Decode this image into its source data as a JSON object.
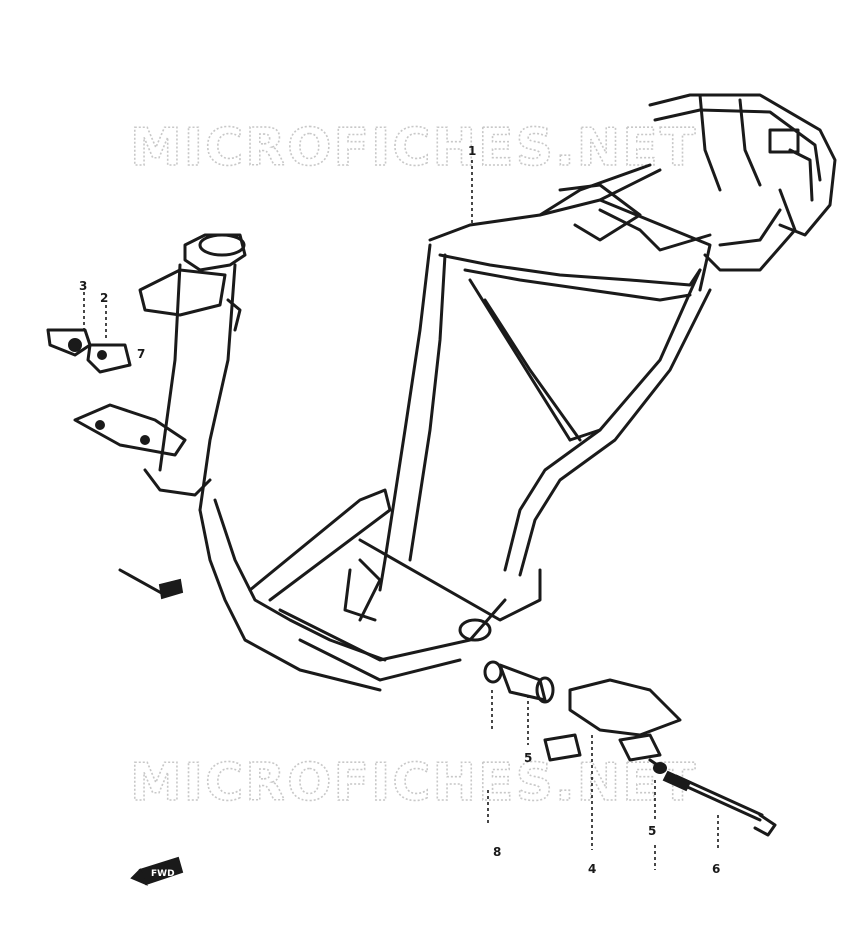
{
  "watermarks": [
    "MICROFICHES.NET",
    "MICROFICHES.NET"
  ],
  "callouts": {
    "c1": "1",
    "c2": "2",
    "c3": "3",
    "c4": "4",
    "c5a": "5",
    "c5b": "5",
    "c6": "6",
    "c7": "7",
    "c8": "8"
  },
  "direction_tag": "FWD",
  "colors": {
    "linework": "#1a1a1a",
    "watermark": "#c8c8c8",
    "background": "#ffffff"
  }
}
